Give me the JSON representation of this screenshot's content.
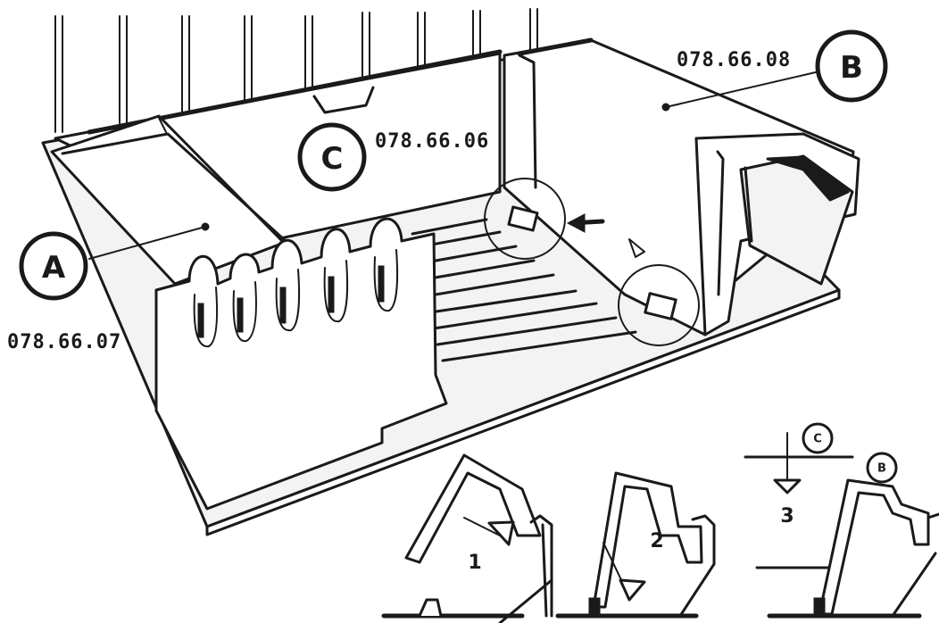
{
  "callouts": {
    "a": {
      "letter": "A",
      "part_number": "078.66.07"
    },
    "b": {
      "letter": "B",
      "part_number": "078.66.08"
    },
    "c": {
      "letter": "C",
      "part_number": "078.66.06"
    }
  },
  "assembly_steps": {
    "step1": {
      "number": "1"
    },
    "step2": {
      "number": "2"
    },
    "step3": {
      "number": "3",
      "label_c": "C",
      "label_b": "B"
    }
  },
  "colors": {
    "ink": "#1a1a1a",
    "paper": "#ffffff"
  }
}
